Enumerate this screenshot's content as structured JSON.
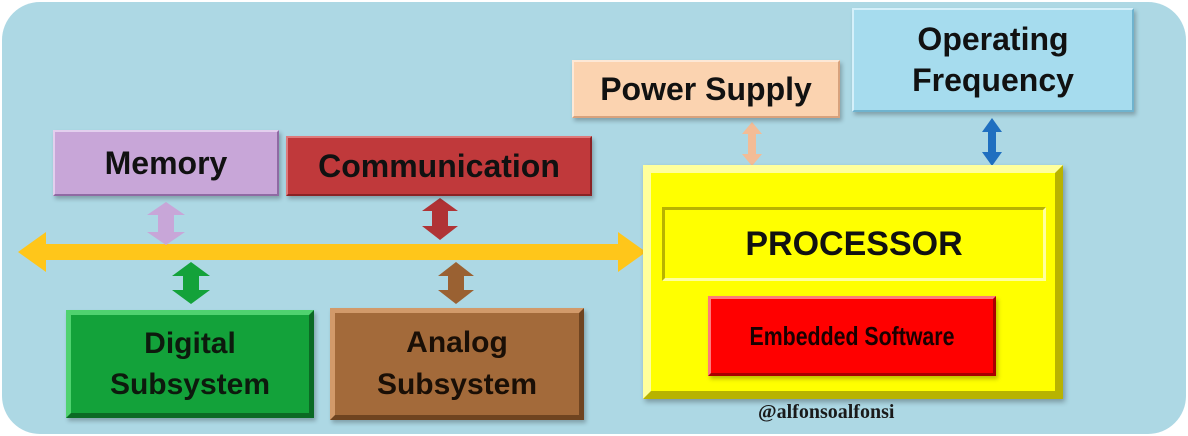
{
  "diagram": {
    "memory": "Memory",
    "communication": "Communication",
    "power_supply": "Power Supply",
    "operating_frequency": [
      "Operating",
      "Frequency"
    ],
    "digital_subsystem": [
      "Digital",
      "Subsystem"
    ],
    "analog_subsystem": [
      "Analog",
      "Subsystem"
    ],
    "processor": "PROCESSOR",
    "embedded_software": "Embedded Software",
    "watermark": "@alfonsoalfonsi"
  },
  "colors": {
    "background": "#add8e4",
    "bus": "#ffc61a",
    "memory": "#c8a6d8",
    "communication": "#c0393b",
    "power_supply": "#fbd3b0",
    "operating_frequency": "#a6dcee",
    "digital_subsystem": "#13a23a",
    "analog_subsystem": "#a36a3a",
    "processor": "#ffff00",
    "embedded_software": "#ff0000",
    "frequency_arrow": "#1f6fc0"
  }
}
